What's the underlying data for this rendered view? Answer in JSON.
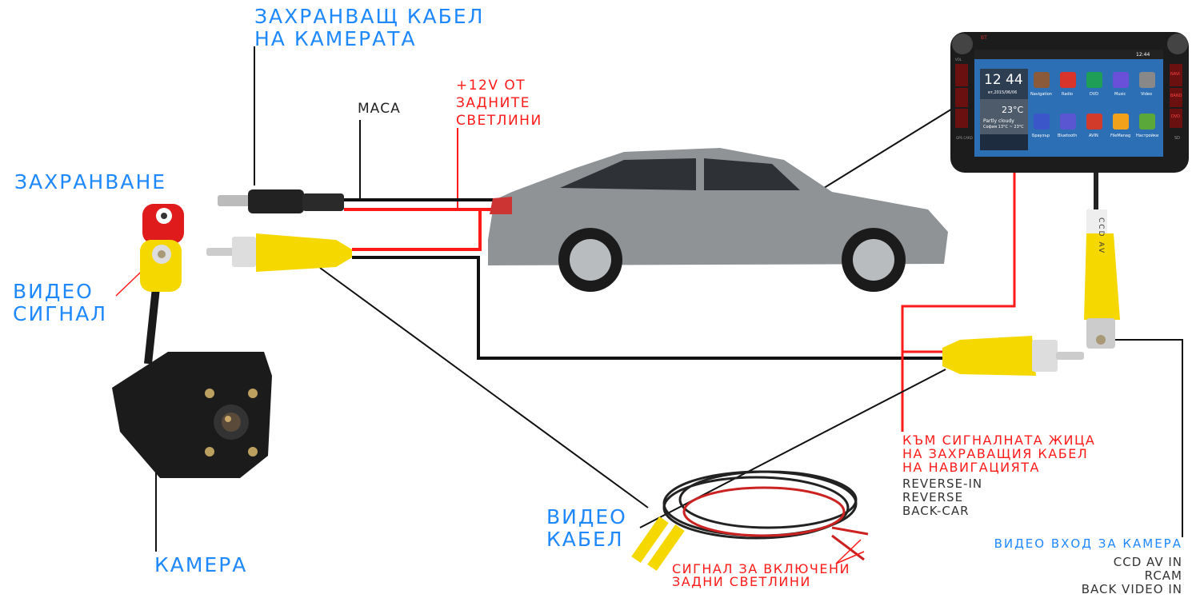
{
  "labels": {
    "camera_power_cable": [
      "ЗАХРАНВАЩ КАБЕЛ",
      "НА КАМЕРАТА"
    ],
    "ground": "МАСА",
    "plus12v": [
      "+12V ОТ",
      "ЗАДНИТЕ",
      "СВЕТЛИНИ"
    ],
    "power": "ЗАХРАНВАНЕ",
    "video_signal": [
      "ВИДЕО",
      "СИГНАЛ"
    ],
    "camera": "КАМЕРА",
    "video_cable": [
      "ВИДЕО",
      "КАБЕЛ"
    ],
    "tail_light_signal": [
      "СИГНАЛ ЗА ВКЛЮЧЕНИ",
      "ЗАДНИ СВЕТЛИНИ"
    ],
    "nav_signal_wire": [
      "КЪМ СИГНАЛНАТА ЖИЦА",
      "НА ЗАХРАВАЩИЯ КАБЕЛ",
      "НА НАВИГАЦИЯТА"
    ],
    "reverse_names": [
      "REVERSE-IN",
      "REVERSE",
      "BACK-CAR"
    ],
    "camera_video_input": "ВИДЕО ВХОД ЗА КАМЕРА",
    "video_input_names": [
      "CCD AV IN",
      "RCAM",
      "BACK VIDEO IN"
    ],
    "cable_tag": "CCD AV"
  },
  "head_unit": {
    "status_time": "12:44",
    "clock": "12 44",
    "date": "вт,2015/06/06",
    "temperature": "23°C",
    "weather": "Partly cloudy",
    "weather_range": "София 13°C ~ 23°C",
    "buttons_left": [
      "BT",
      "VOL",
      "GPS CARD"
    ],
    "buttons_right": [
      "NAVI",
      "BAND",
      "DVD",
      "SD"
    ],
    "apps": [
      {
        "label": "Navigation",
        "color": "#8a5a3a"
      },
      {
        "label": "Radio",
        "color": "#d9342b"
      },
      {
        "label": "DVD",
        "color": "#1e9e57"
      },
      {
        "label": "Music",
        "color": "#6a4fd8"
      },
      {
        "label": "Video",
        "color": "#888888"
      },
      {
        "label": "Браузър",
        "color": "#3a56c8"
      },
      {
        "label": "Bluetooth",
        "color": "#5a55d0"
      },
      {
        "label": "AVIN",
        "color": "#d23a2a"
      },
      {
        "label": "FileManag",
        "color": "#f2a21a"
      },
      {
        "label": "Настройки",
        "color": "#5aa83a"
      }
    ]
  },
  "colors": {
    "blue": "#1e88ff",
    "red": "#ff1a1a",
    "yellow": "#f5d800",
    "wire": "#111111"
  }
}
